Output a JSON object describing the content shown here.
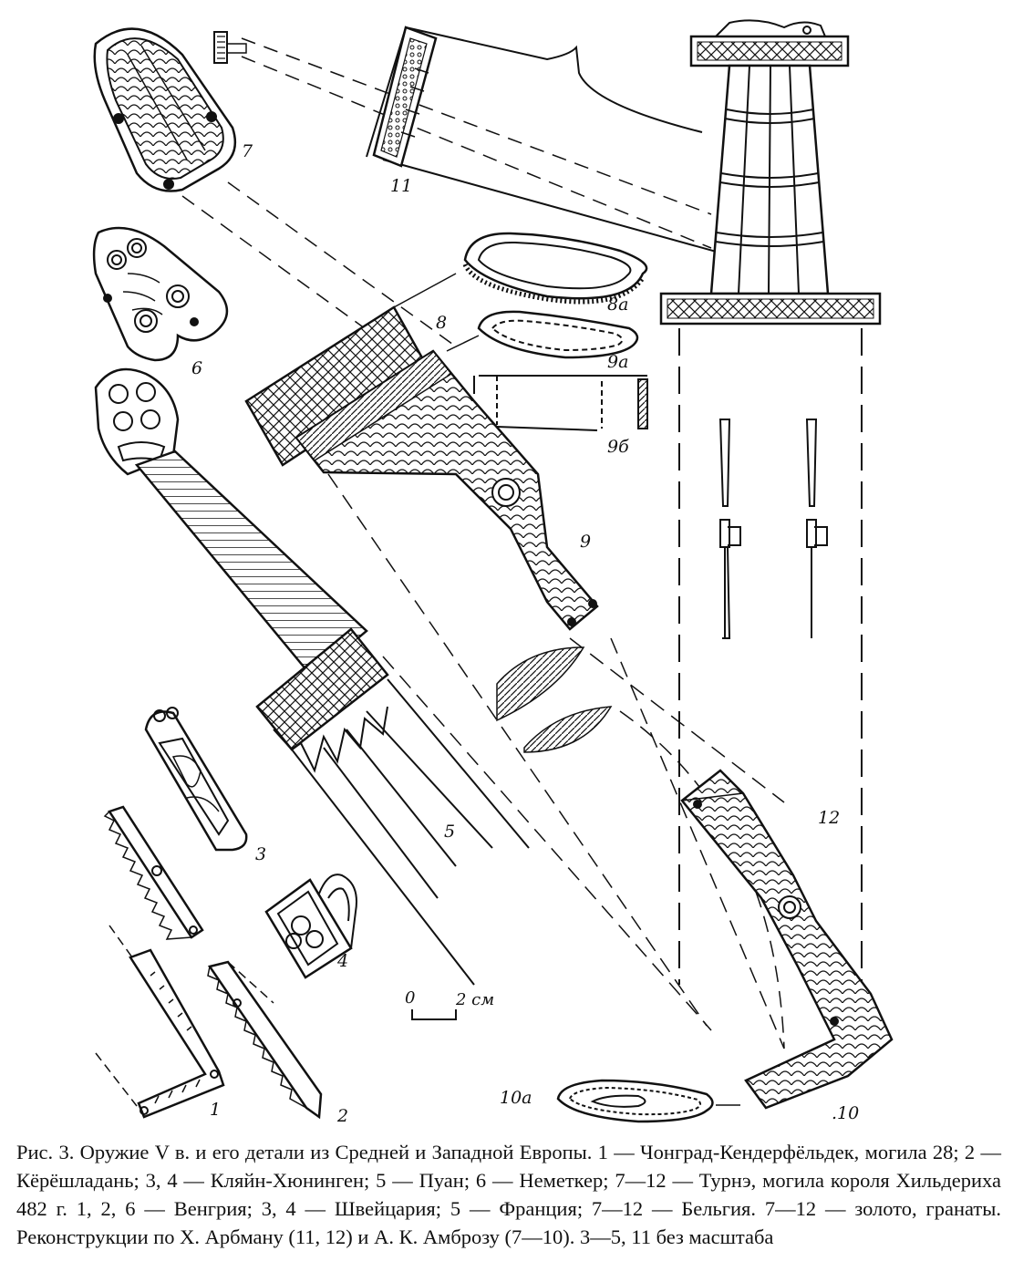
{
  "labels": {
    "l1": "1",
    "l2": "2",
    "l3": "3",
    "l4": "4",
    "l5": "5",
    "l6": "6",
    "l7": "7",
    "l8": "8",
    "l8a": "8a",
    "l9": "9",
    "l9a": "9a",
    "l9b": "9б",
    "l10": ".10",
    "l10a": "10a",
    "l11": "11",
    "l12": "12"
  },
  "scale": {
    "zero": "0",
    "value": "2 см"
  },
  "caption": "Рис. 3. Оружие V в. и его детали из Средней и Западной Европы. 1 — Чонград-Кендерфёльдек, могила 28; 2 — Кёрёшладань; 3, 4 — Кляйн-Хюнинген; 5 — Пуан; 6 — Неметкер; 7—12 — Турнэ, могила короля Хильдериха 482 г. 1, 2, 6 — Венгрия; 3, 4 — Швейцария; 5 — Франция; 7—12 — Бельгия. 7—12 — золото, гранаты. Реконструкции по Х. Арбману (11, 12) и А. К. Амброзу (7—10). 3—5, 11 без масштаба"
}
